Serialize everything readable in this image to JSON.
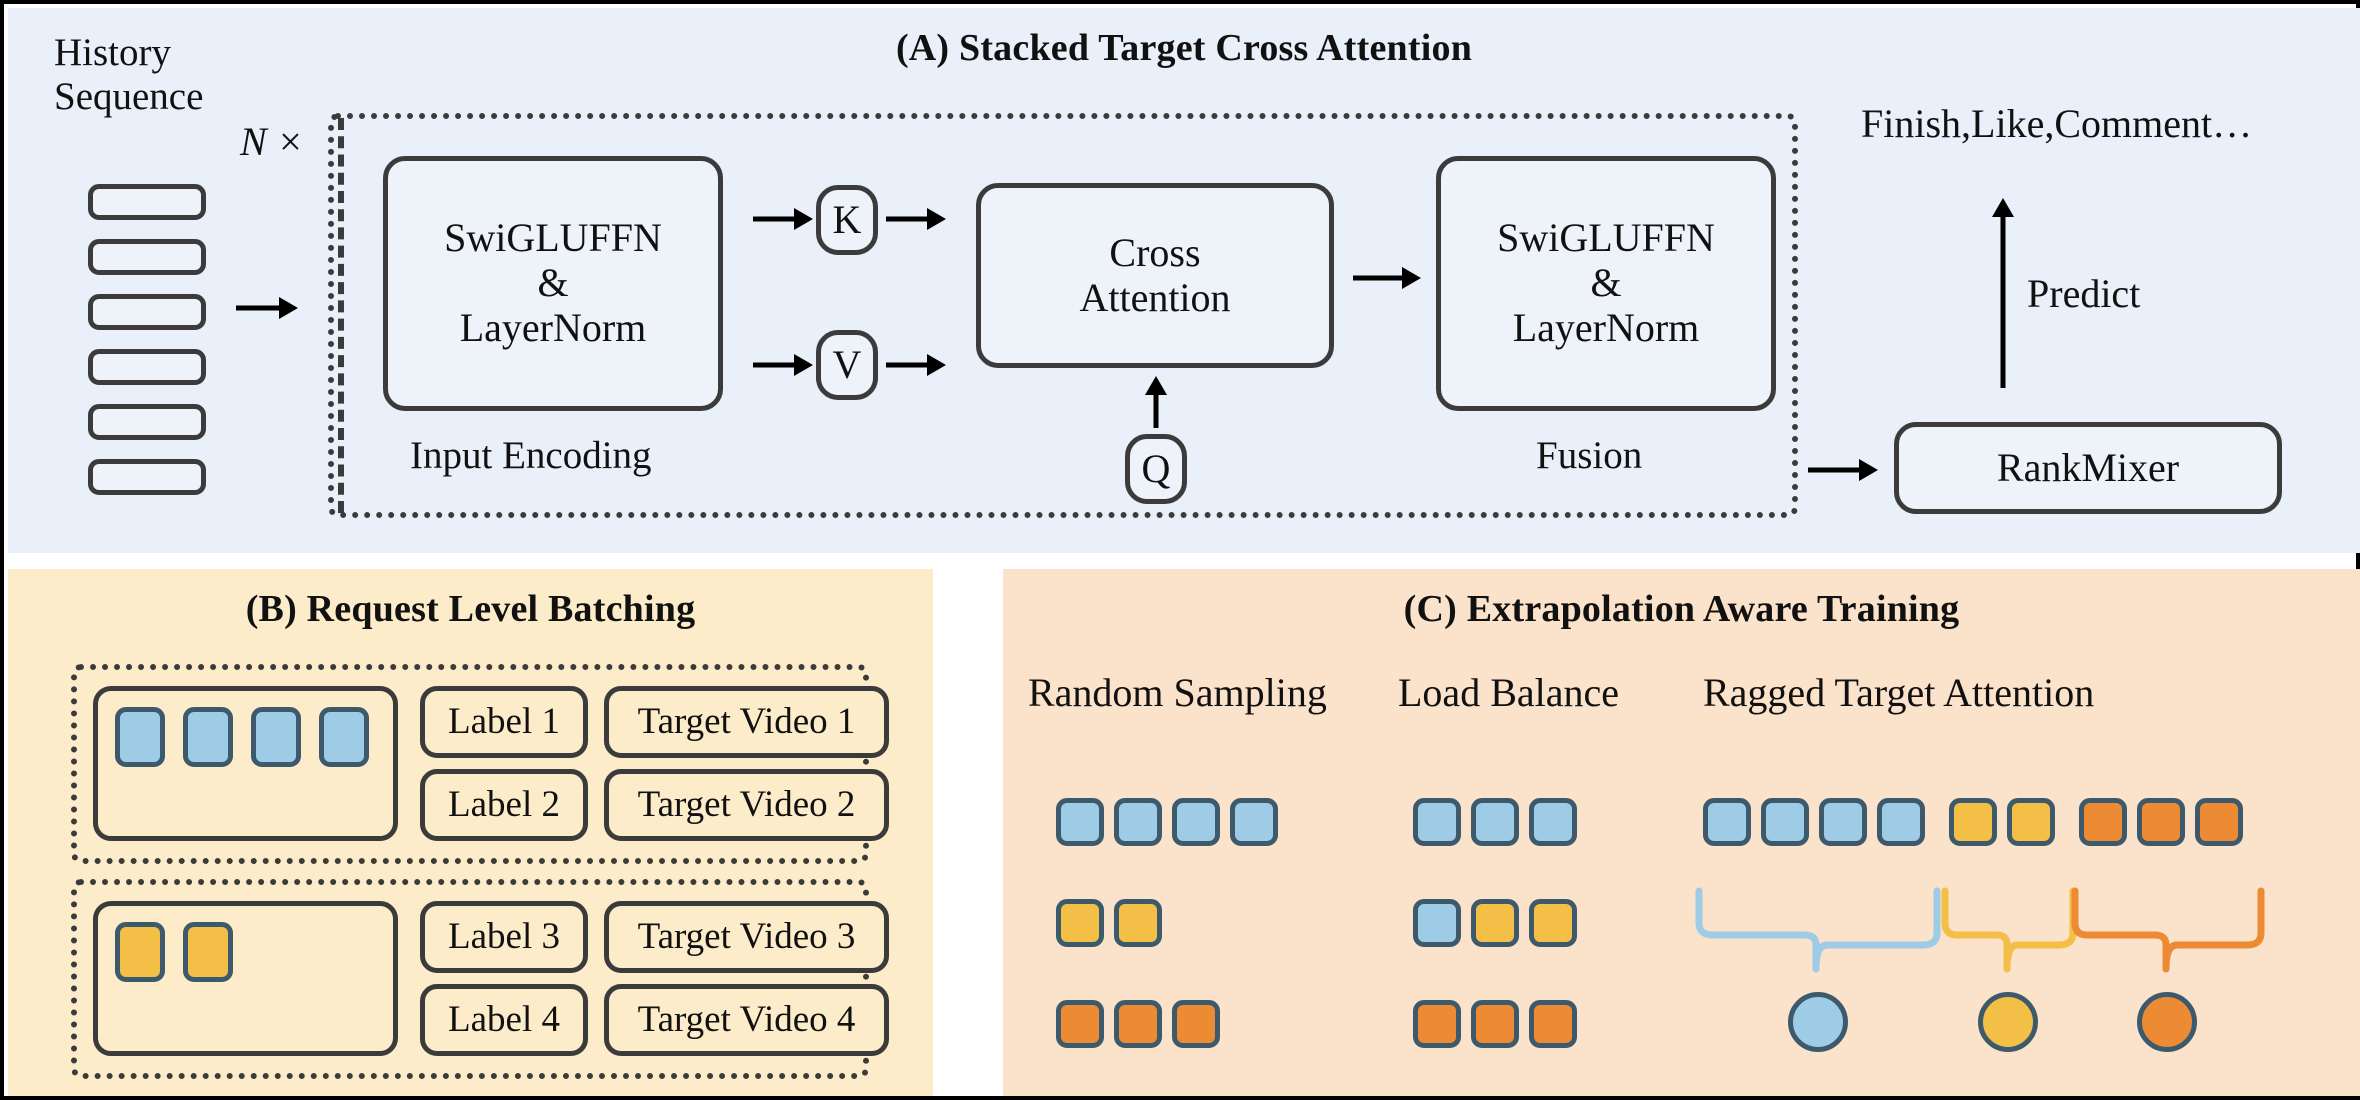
{
  "figure": {
    "panels": [
      {
        "id": "A",
        "title": "(A) Stacked Target Cross Attention"
      },
      {
        "id": "B",
        "title": "(B) Request Level Batching"
      },
      {
        "id": "C",
        "title": "(C) Extrapolation Aware Training"
      }
    ]
  },
  "panelA": {
    "history_label_line1": "History",
    "history_label_line2": "Sequence",
    "history_bar_count": 6,
    "repeat_label": "N ×",
    "input_encoding": {
      "line1": "SwiGLUFFN",
      "line2": "&",
      "line3": "LayerNorm",
      "caption": "Input Encoding"
    },
    "kv": {
      "k": "K",
      "v": "V",
      "q": "Q"
    },
    "cross_attention": {
      "line1": "Cross",
      "line2": "Attention"
    },
    "fusion": {
      "line1": "SwiGLUFFN",
      "line2": "&",
      "line3": "LayerNorm",
      "caption": "Fusion"
    },
    "rankmixer_label": "RankMixer",
    "predict_label": "Predict",
    "outputs_label": "Finish,Like,Comment…"
  },
  "panelB": {
    "groups": [
      {
        "tokens": [
          {
            "color": "#9ecbe6"
          },
          {
            "color": "#9ecbe6"
          },
          {
            "color": "#9ecbe6"
          },
          {
            "color": "#9ecbe6"
          }
        ],
        "rows": [
          {
            "label": "Label 1",
            "target": "Target Video 1"
          },
          {
            "label": "Label 2",
            "target": "Target Video 2"
          }
        ]
      },
      {
        "tokens": [
          {
            "color": "#f3bf46"
          },
          {
            "color": "#f3bf46"
          }
        ],
        "rows": [
          {
            "label": "Label 3",
            "target": "Target Video 3"
          },
          {
            "label": "Label 4",
            "target": "Target Video 4"
          }
        ]
      }
    ]
  },
  "panelC": {
    "columns": [
      {
        "key": "random_sampling",
        "title": "Random Sampling"
      },
      {
        "key": "load_balance",
        "title": "Load Balance"
      },
      {
        "key": "ragged_target_attention",
        "title": "Ragged Target Attention"
      }
    ],
    "random_sampling": {
      "rows": [
        [
          "#9ecbe6",
          "#9ecbe6",
          "#9ecbe6",
          "#9ecbe6"
        ],
        [
          "#f3bf46",
          "#f3bf46"
        ],
        [
          "#ec8b33",
          "#ec8b33",
          "#ec8b33"
        ]
      ]
    },
    "load_balance": {
      "rows": [
        [
          "#9ecbe6",
          "#9ecbe6",
          "#9ecbe6"
        ],
        [
          "#9ecbe6",
          "#f3bf46",
          "#f3bf46"
        ],
        [
          "#ec8b33",
          "#ec8b33",
          "#ec8b33"
        ]
      ]
    },
    "ragged_target_attention": {
      "groups": [
        {
          "color": "#9ecbe6",
          "count": 4
        },
        {
          "color": "#f3bf46",
          "count": 2
        },
        {
          "color": "#ec8b33",
          "count": 3
        }
      ]
    }
  },
  "colors": {
    "panel_a_bg": "#e9f0f9",
    "panel_b_bg": "#fcecca",
    "panel_c_bg": "#fbe2ca",
    "blue": "#9ecbe6",
    "yellow": "#f3bf46",
    "orange": "#ec8b33",
    "token_stroke": "#3d5a6c",
    "box_stroke": "#3b3b3b"
  }
}
